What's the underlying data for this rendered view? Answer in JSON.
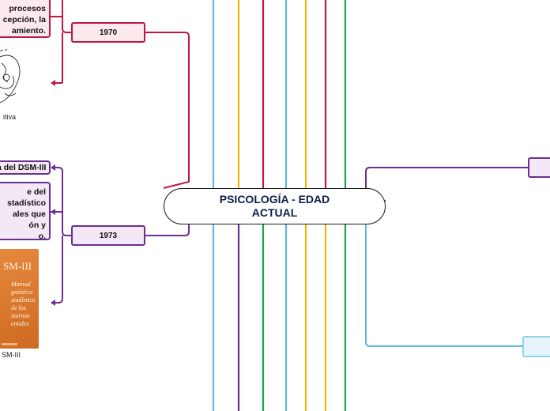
{
  "central": {
    "title": "PSICOLOGÍA - EDAD ACTUAL"
  },
  "branches": {
    "y1970": {
      "label": "1970",
      "card_text": "procesos\ncepción, la\namiento.",
      "image_caption": "itiva"
    },
    "y1973": {
      "label": "1973",
      "card1_text": "a del DSM-III",
      "card2_text": "e del\nstadístico\nales que\nón y\no.",
      "book_title": "SM-III",
      "book_text": "Manual\ngnóstico\nstadístico\nde los\nstornos\nentales",
      "image_caption": "SM-III"
    }
  },
  "colors": {
    "red": "#c0163f",
    "purple": "#6b2e91",
    "light_blue": "#5bb8e0",
    "yellow": "#f2b705",
    "green": "#1aa34a",
    "central_text": "#0f1e4a"
  },
  "icons": {
    "brain_sketch": "brain-sketch-icon"
  }
}
